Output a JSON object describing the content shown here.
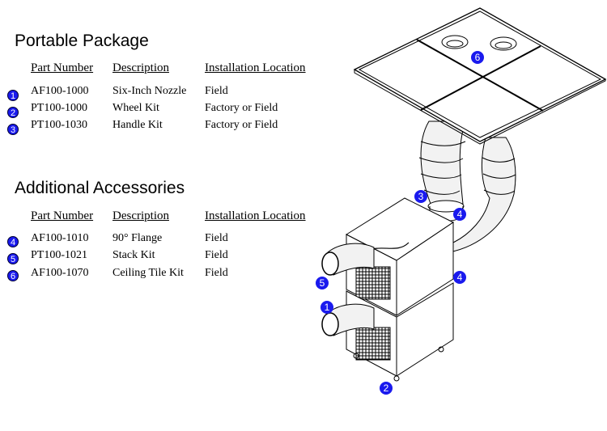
{
  "sections": [
    {
      "title": "Portable Package",
      "headers": {
        "part_number": "Part Number",
        "description": "Description",
        "location": "Installation Location"
      },
      "rows": [
        {
          "callout": "1",
          "part_number": "AF100-1000",
          "description": "Six-Inch Nozzle",
          "location": "Field"
        },
        {
          "callout": "2",
          "part_number": "PT100-1000",
          "description": "Wheel Kit",
          "location": "Factory or Field"
        },
        {
          "callout": "3",
          "part_number": "PT100-1030",
          "description": "Handle Kit",
          "location": "Factory or Field"
        }
      ]
    },
    {
      "title": "Additional Accessories",
      "headers": {
        "part_number": "Part Number",
        "description": "Description",
        "location": "Installation Location"
      },
      "rows": [
        {
          "callout": "4",
          "part_number": "AF100-1010",
          "description": "90° Flange",
          "location": "Field"
        },
        {
          "callout": "5",
          "part_number": "PT100-1021",
          "description": "Stack Kit",
          "location": "Field"
        },
        {
          "callout": "6",
          "part_number": "AF100-1070",
          "description": "Ceiling Tile Kit",
          "location": "Field"
        }
      ]
    }
  ],
  "diagram_callouts": {
    "ceiling_tile": "6",
    "handle": "3",
    "flange_top": "4",
    "flange_bottom": "4",
    "stack": "5",
    "nozzle": "1",
    "wheel": "2"
  },
  "colors": {
    "callout_fill": "#1a1aee",
    "callout_text": "#ffffff"
  }
}
